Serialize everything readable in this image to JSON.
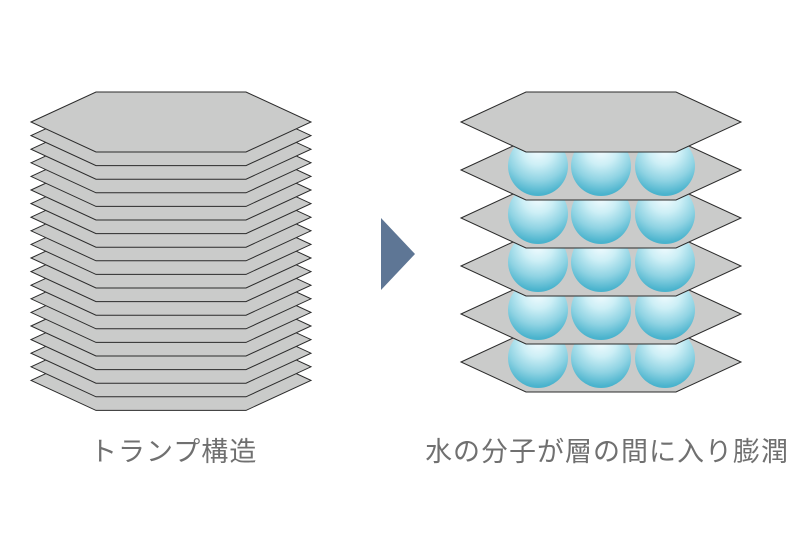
{
  "captions": {
    "left": "トランプ構造",
    "right": "水の分子が層の間に入り膨潤"
  },
  "colors": {
    "plate_fill": "#cacbca",
    "plate_stroke": "#2b2b2b",
    "arrow": "#5e7695",
    "sphere_highlight": "#f4fcff",
    "sphere_mid": "#9fdae7",
    "sphere_edge": "#4ab3cd"
  },
  "diagram": {
    "left_stack_layers": 20,
    "right_stack_layers": 6,
    "spheres_per_gap": 3,
    "water_layers": 5
  }
}
